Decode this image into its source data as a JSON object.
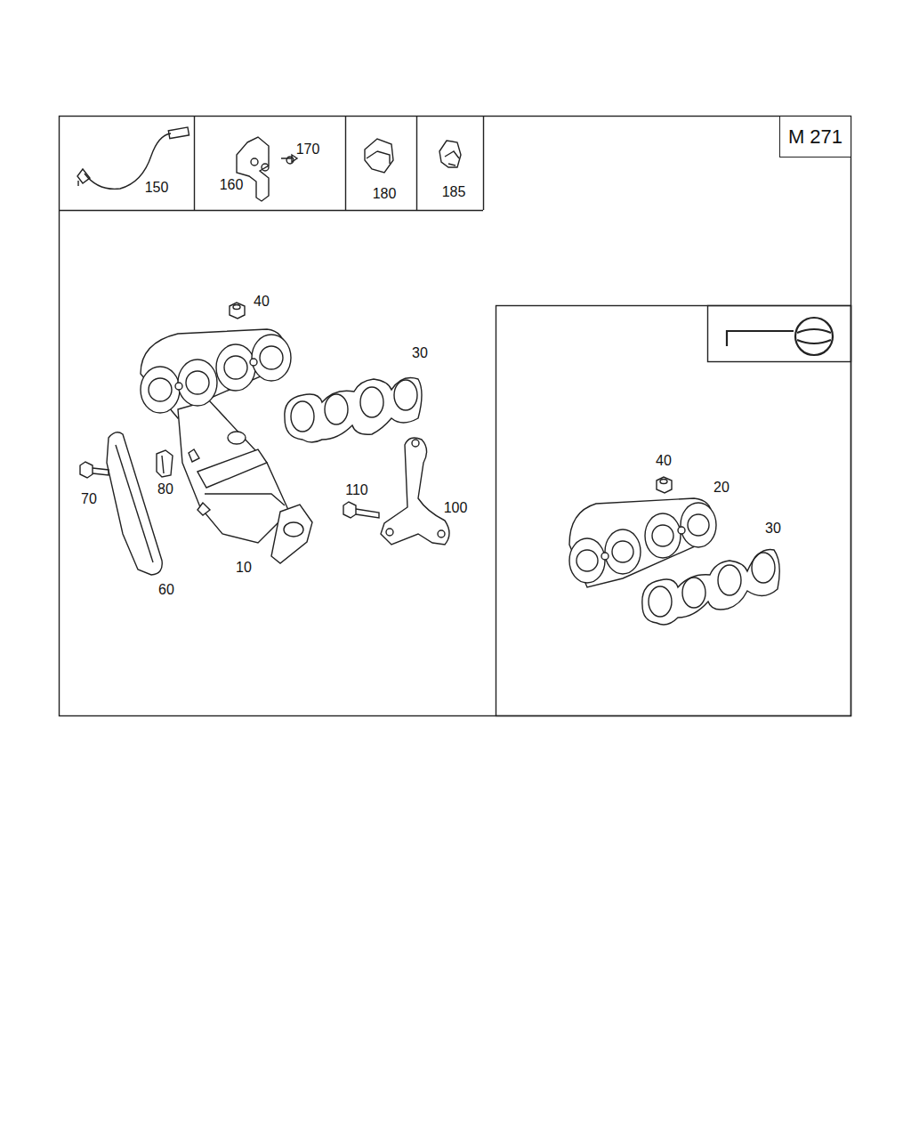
{
  "diagram": {
    "nodes": [
      {
        "text": [
          "M 271"
        ]
      }
    ],
    "labels": [
      "150",
      "170",
      "160",
      "180",
      "185",
      "40",
      "30",
      "40",
      "20",
      "110",
      "100",
      "70",
      "80",
      "30",
      "10",
      "60"
    ]
  }
}
